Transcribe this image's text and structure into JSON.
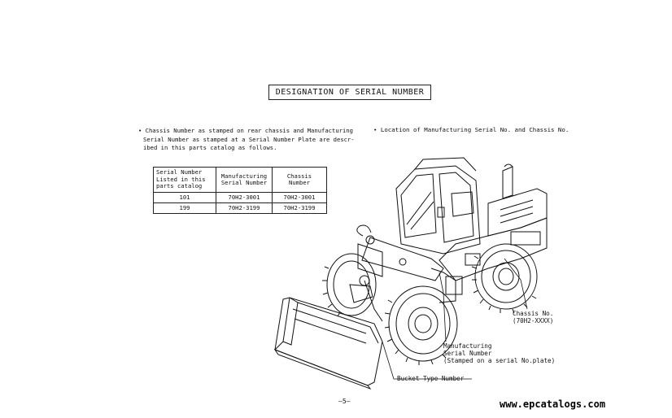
{
  "title": "DESIGNATION OF SERIAL NUMBER",
  "left_note": {
    "bullet": "•",
    "lines": [
      "Chassis Number as stamped on rear chassis and Manufacturing",
      "Serial Number as stamped at a Serial Number Plate are descr-",
      "ibed in this parts catalog as follows."
    ]
  },
  "right_note": "• Location of Manufacturing Serial No. and Chassis No.",
  "table": {
    "headers": [
      [
        "Serial Number",
        "Listed in this",
        "parts catalog"
      ],
      [
        "Manufacturing",
        "Serial Number"
      ],
      [
        "Chassis Number"
      ]
    ],
    "rows": [
      [
        "101",
        "70H2-3001",
        "70H2-3001"
      ],
      [
        "199",
        "70H2-3199",
        "70H2-3199"
      ]
    ]
  },
  "callouts": {
    "chassis": [
      "Chassis No.",
      "(70H2-XXXX)"
    ],
    "manufacturing": [
      "Manufacturing",
      "Serial Number",
      "(Stamped on a serial No.plate)"
    ],
    "bucket": "Bucket Type Number"
  },
  "page_number": "—5—",
  "watermark": "www.epcatalogs.com"
}
